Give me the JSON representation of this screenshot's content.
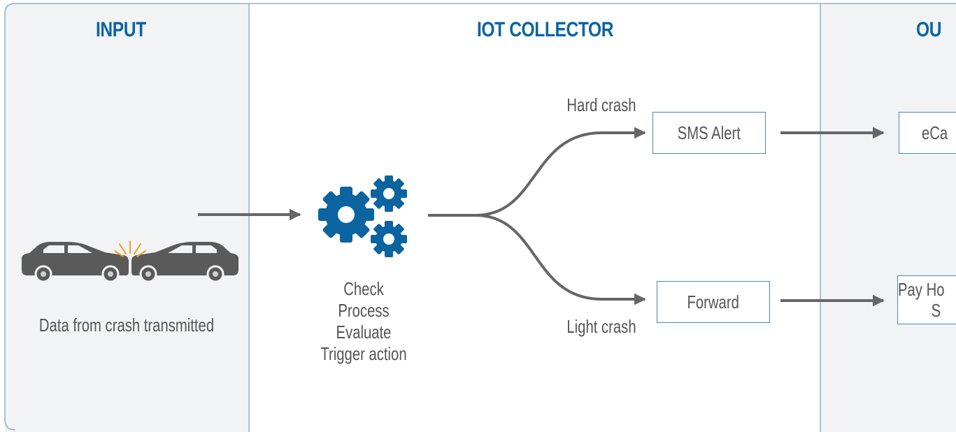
{
  "columns": [
    {
      "title": "INPUT"
    },
    {
      "title": "IOT COLLECTOR"
    },
    {
      "title": "OU"
    }
  ],
  "input": {
    "caption": "Data from crash transmitted",
    "icon": "car-crash-icon"
  },
  "collector": {
    "icon": "gears-icon",
    "steps": [
      "Check",
      "Process",
      "Evaluate",
      "Trigger action"
    ],
    "branches": {
      "hard": {
        "label": "Hard crash",
        "action": "SMS Alert"
      },
      "light": {
        "label": "Light crash",
        "action": "Forward"
      }
    }
  },
  "output": {
    "top": {
      "line1": "eCa"
    },
    "bottom": {
      "line1": "Pay Ho",
      "line2": "S"
    }
  },
  "colors": {
    "accent": "#0b64a0",
    "box_border": "#4a88b3",
    "frame_border": "#8fb2cc",
    "panel_bg": "#f1f3f5",
    "arrow": "#666666",
    "car": "#5a5a5a",
    "spark": "#f0a020"
  }
}
